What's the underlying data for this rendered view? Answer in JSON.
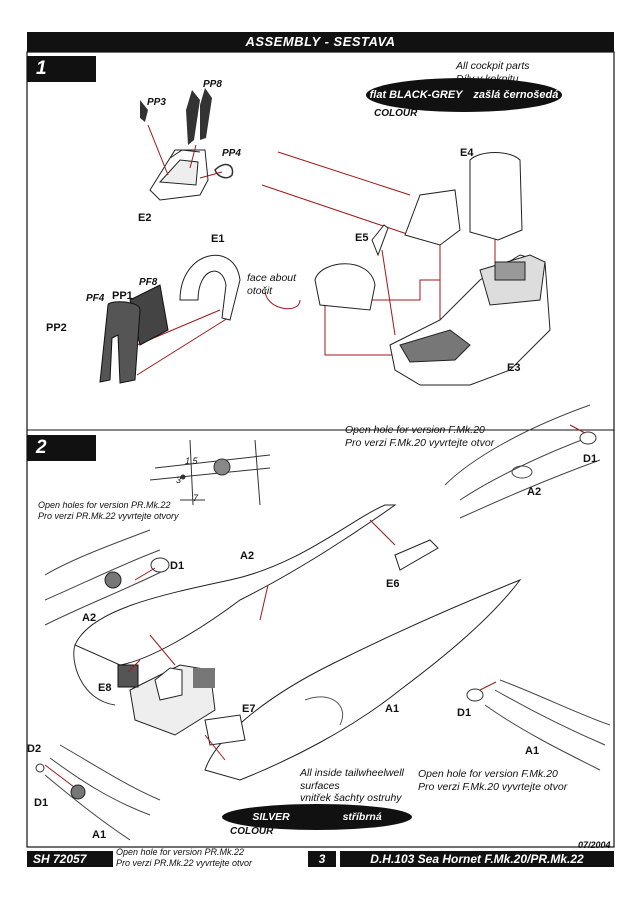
{
  "header": {
    "title": "ASSEMBLY - SESTAVA"
  },
  "step1": {
    "number": "1",
    "color_note": {
      "line1": "All cockpit parts",
      "line2": "Díly v kokpitu",
      "pill": "flat BLACK-GREY",
      "tail": "zašlá černošedá",
      "colour_word": "COLOUR"
    },
    "parts": {
      "pp3": "PP3",
      "pp8": "PP8",
      "pp4": "PP4",
      "e2": "E2",
      "e1": "E1",
      "pf8": "PF8",
      "pp1": "PP1",
      "pf4": "PF4",
      "pp2": "PP2",
      "e4": "E4",
      "e5": "E5",
      "e3": "E3"
    },
    "face_about": {
      "line1": "face about",
      "line2": "otočit"
    }
  },
  "step2": {
    "number": "2",
    "note_f20_top": {
      "line1": "Open hole for version F.Mk.20",
      "line2": "Pro verzi F.Mk.20 vyvrtejte otvor"
    },
    "note_pr22_left": {
      "line1": "Open holes for version PR.Mk.22",
      "line2": "Pro verzi PR.Mk.22 vyvrtejte otvory"
    },
    "note_f20_bottom": {
      "line1": "Open hole for version F.Mk.20",
      "line2": "Pro verzi F.Mk.20 vyvrtejte otvor"
    },
    "note_pr22_bottom": {
      "line1": "Open hole for version PR.Mk.22",
      "line2": "Pro verzi PR.Mk.22 vyvrtejte otvor"
    },
    "dims": {
      "d1": "3",
      "d2": "7",
      "d3": "1.5"
    },
    "silver_note": {
      "line1": "All inside tailwheelwell",
      "line2": "surfaces",
      "line3": "vnitřek šachty ostruhy",
      "pill": "SILVER",
      "tail": "stříbrná",
      "colour_word": "COLOUR"
    },
    "parts": {
      "d1_top": "D1",
      "a2_top": "A2",
      "d1_left": "D1",
      "a2_left": "A2",
      "a2_main": "A2",
      "e6": "E6",
      "e8": "E8",
      "e7": "E7",
      "a1_main": "A1",
      "d1_right": "D1",
      "a1_right": "A1",
      "d2": "D2",
      "d1_bl": "D1",
      "a1_bl": "A1"
    }
  },
  "footer": {
    "code": "SH 72057",
    "page": "3",
    "title": "D.H.103 Sea Hornet F.Mk.20/PR.Mk.22",
    "date": "07/2004"
  }
}
